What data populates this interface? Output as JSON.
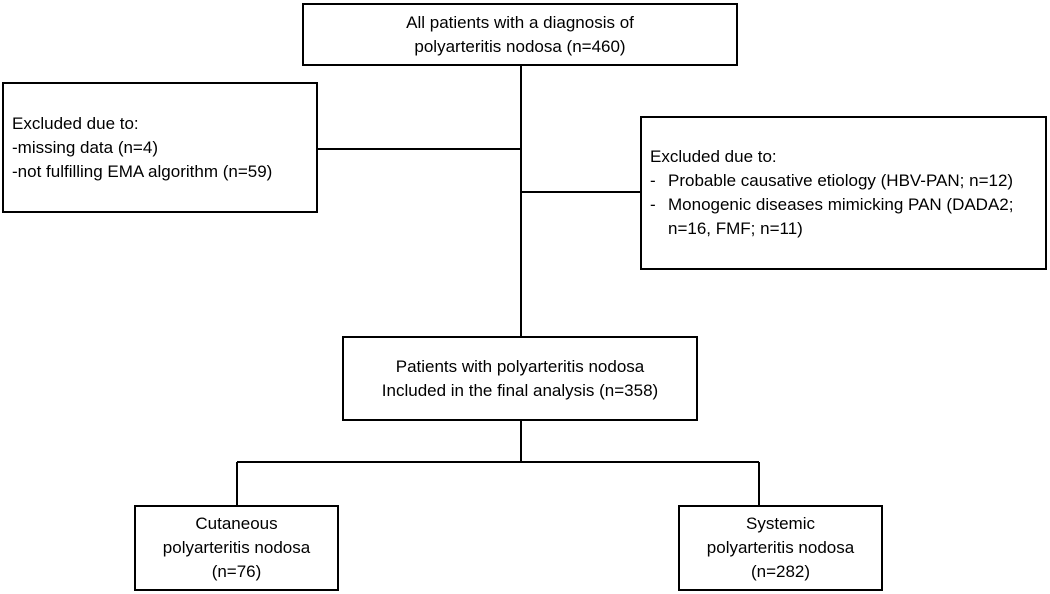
{
  "boxes": {
    "top": {
      "lines": [
        "All patients with a diagnosis of",
        "polyarteritis nodosa (n=460)"
      ]
    },
    "excluded_left": {
      "heading": "Excluded due to:",
      "items": [
        "-missing data (n=4)",
        "-not fulfilling EMA algorithm (n=59)"
      ]
    },
    "excluded_right": {
      "heading": "Excluded due to:",
      "items": [
        {
          "marker": "-",
          "lines": [
            "Probable causative etiology (HBV-PAN; n=12)"
          ]
        },
        {
          "marker": "-",
          "lines": [
            "Monogenic diseases mimicking PAN (DADA2;",
            "n=16, FMF; n=11)"
          ]
        }
      ]
    },
    "middle": {
      "lines": [
        "Patients with polyarteritis nodosa",
        "Included in the final analysis (n=358)"
      ]
    },
    "cutaneous": {
      "lines": [
        "Cutaneous",
        "polyarteritis nodosa",
        "(n=76)"
      ]
    },
    "systemic": {
      "lines": [
        "Systemic",
        "polyarteritis nodosa",
        "(n=282)"
      ]
    }
  }
}
